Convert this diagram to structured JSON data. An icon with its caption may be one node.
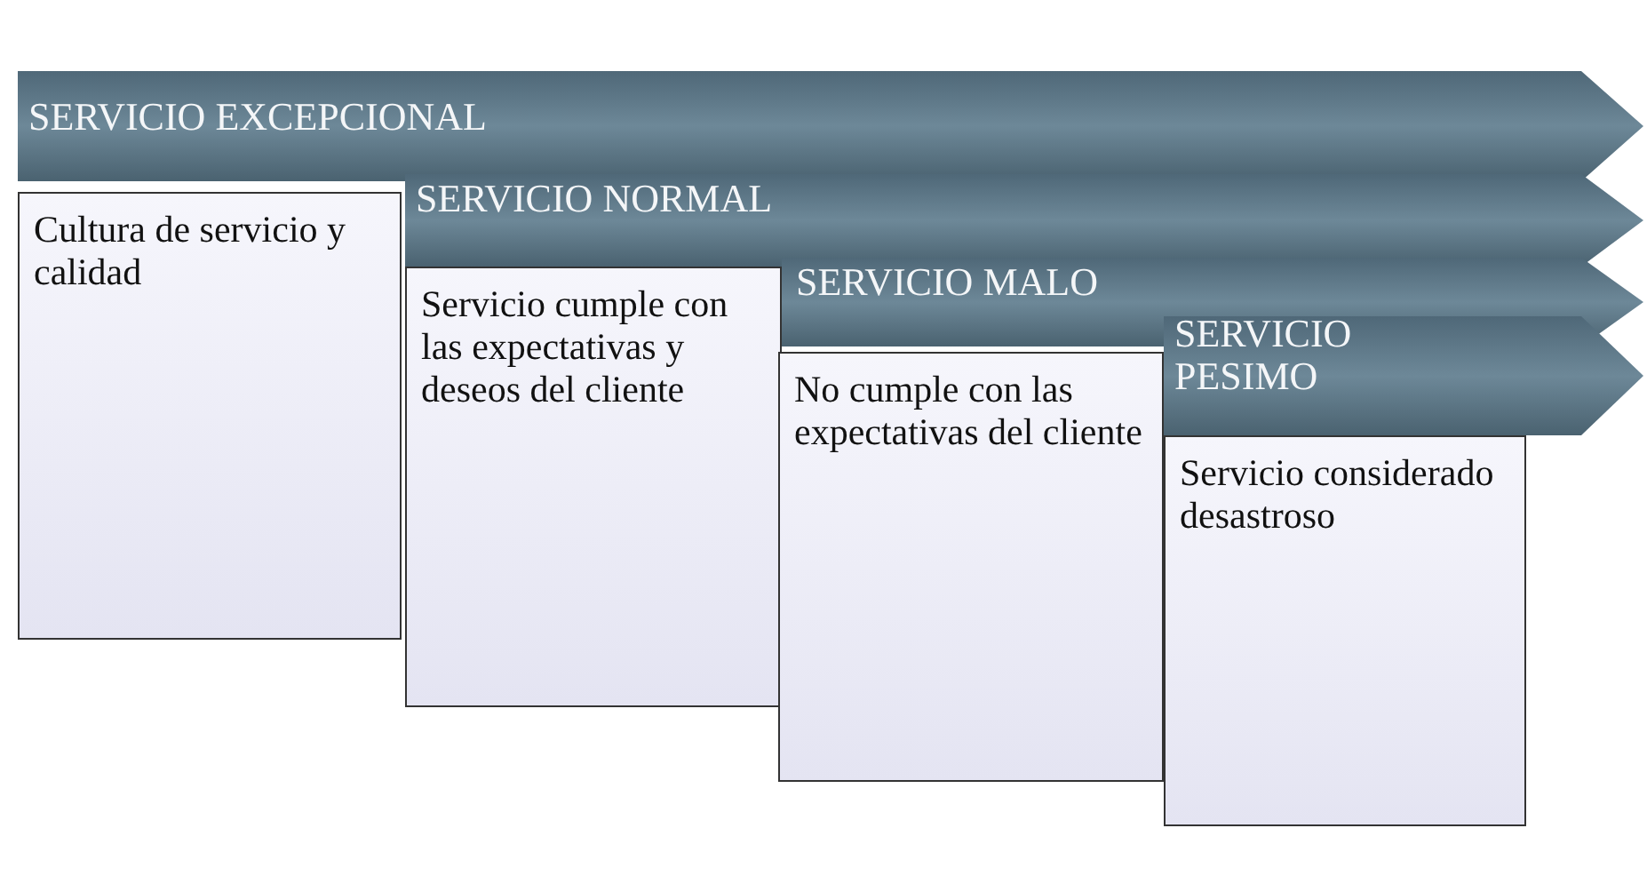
{
  "diagram": {
    "nodes": [
      {
        "text": [
          "SERVICIO EXCEPCIONAL"
        ]
      },
      {
        "text": [
          "Cultura de servicio y calidad"
        ]
      },
      {
        "text": [
          "SERVICIO NORMAL"
        ]
      },
      {
        "text": [
          "Servicio cumple con las expectativas y deseos del cliente"
        ]
      },
      {
        "text": [
          "SERVICIO MALO"
        ]
      },
      {
        "text": [
          "No cumple con las expectativas del cliente"
        ]
      },
      {
        "text": [
          "SERVICIO PESIMO"
        ]
      },
      {
        "text": [
          "Servicio considerado desastroso"
        ]
      }
    ]
  }
}
